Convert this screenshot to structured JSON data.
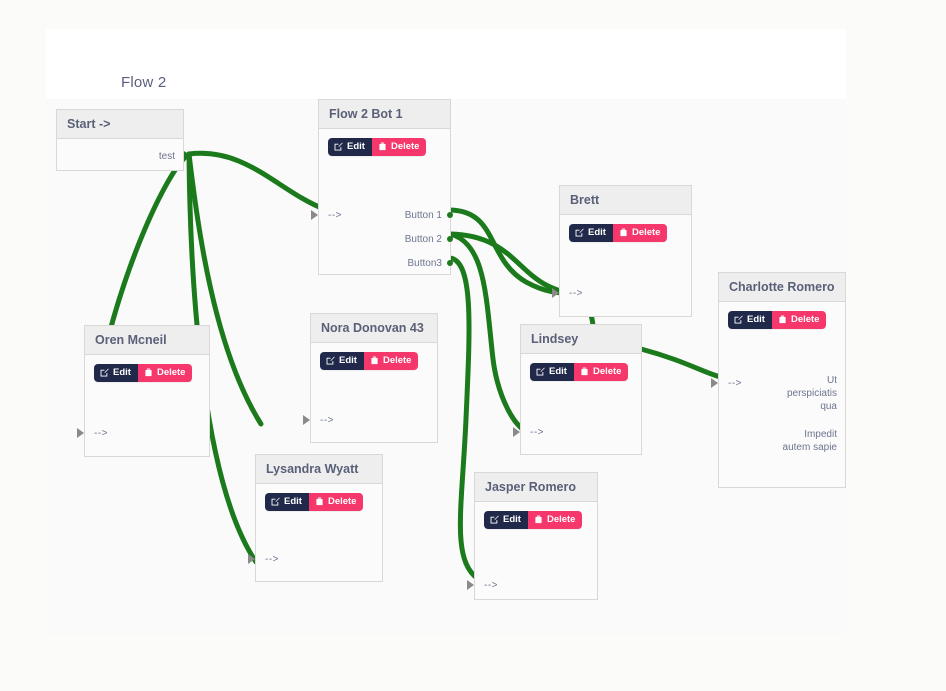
{
  "header": {
    "title": "Flow 2"
  },
  "canvas": {
    "edge_color": "#1b7a1b",
    "accent_edit": "#21294b",
    "accent_delete": "#f5376b",
    "node_header_bg": "#eeeeee",
    "node_border": "#d8d8d8"
  },
  "buttons": {
    "edit_label": "Edit",
    "delete_label": "Delete",
    "edit_icon": "pencil-square-icon",
    "delete_icon": "trash-icon"
  },
  "nodes": [
    {
      "id": "start",
      "title": "Start ->",
      "has_buttons": false,
      "inputs": [],
      "outputs": [
        "test"
      ]
    },
    {
      "id": "flow-2-bot-1",
      "title": "Flow 2 Bot 1",
      "has_buttons": true,
      "inputs": [
        "-->"
      ],
      "outputs": [
        "Button 1",
        "Button 2",
        "Button3"
      ]
    },
    {
      "id": "brett",
      "title": "Brett",
      "has_buttons": true,
      "inputs": [
        "-->"
      ],
      "outputs": []
    },
    {
      "id": "charlotte-romero",
      "title": "Charlotte Romero",
      "has_buttons": true,
      "inputs": [
        "-->"
      ],
      "outputs": [
        "Ut perspiciatis qua",
        "Impedit autem sapie"
      ]
    },
    {
      "id": "oren-mcneil",
      "title": "Oren Mcneil",
      "has_buttons": true,
      "inputs": [
        "-->"
      ],
      "outputs": []
    },
    {
      "id": "nora-donovan-43",
      "title": "Nora Donovan 43",
      "has_buttons": true,
      "inputs": [
        "-->"
      ],
      "outputs": []
    },
    {
      "id": "lindsey",
      "title": "Lindsey",
      "has_buttons": true,
      "inputs": [
        "-->"
      ],
      "outputs": []
    },
    {
      "id": "lysandra-wyatt",
      "title": "Lysandra Wyatt",
      "has_buttons": true,
      "inputs": [
        "-->"
      ],
      "outputs": []
    },
    {
      "id": "jasper-romero",
      "title": "Jasper Romero",
      "has_buttons": true,
      "inputs": [
        "-->"
      ],
      "outputs": []
    }
  ],
  "edges": [
    {
      "from": "start.test",
      "to": "flow-2-bot-1.in"
    },
    {
      "from": "start.test",
      "to": "oren-mcneil.in"
    },
    {
      "from": "start.test",
      "to": "nora-donovan-43.in"
    },
    {
      "from": "start.test",
      "to": "lysandra-wyatt.in"
    },
    {
      "from": "flow-2-bot-1.Button 1",
      "to": "brett.in"
    },
    {
      "from": "flow-2-bot-1.Button 2",
      "to": "brett.in"
    },
    {
      "from": "flow-2-bot-1.Button 2",
      "to": "lindsey.in"
    },
    {
      "from": "flow-2-bot-1.Button3",
      "to": "jasper-romero.in"
    },
    {
      "from": "brett.out",
      "to": "lindsey.in"
    },
    {
      "from": "lindsey.out",
      "to": "charlotte-romero.in"
    }
  ]
}
